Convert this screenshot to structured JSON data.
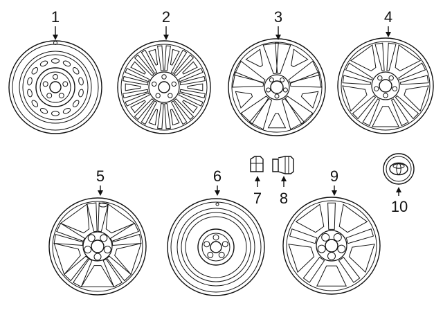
{
  "parts": [
    {
      "id": "1",
      "label": "1",
      "icon": "steel-wheel-icon"
    },
    {
      "id": "2",
      "label": "2",
      "icon": "alloy-wheel-multi-spoke-icon"
    },
    {
      "id": "3",
      "label": "3",
      "icon": "alloy-wheel-split-spoke-icon"
    },
    {
      "id": "4",
      "label": "4",
      "icon": "alloy-wheel-twin-spoke-icon"
    },
    {
      "id": "5",
      "label": "5",
      "icon": "alloy-wheel-five-spoke-icon"
    },
    {
      "id": "6",
      "label": "6",
      "icon": "spare-wheel-icon"
    },
    {
      "id": "7",
      "label": "7",
      "icon": "lug-nut-icon"
    },
    {
      "id": "8",
      "label": "8",
      "icon": "wheel-lock-nut-icon"
    },
    {
      "id": "9",
      "label": "9",
      "icon": "wheel-cover-icon"
    },
    {
      "id": "10",
      "label": "10",
      "icon": "center-cap-logo-icon"
    }
  ]
}
